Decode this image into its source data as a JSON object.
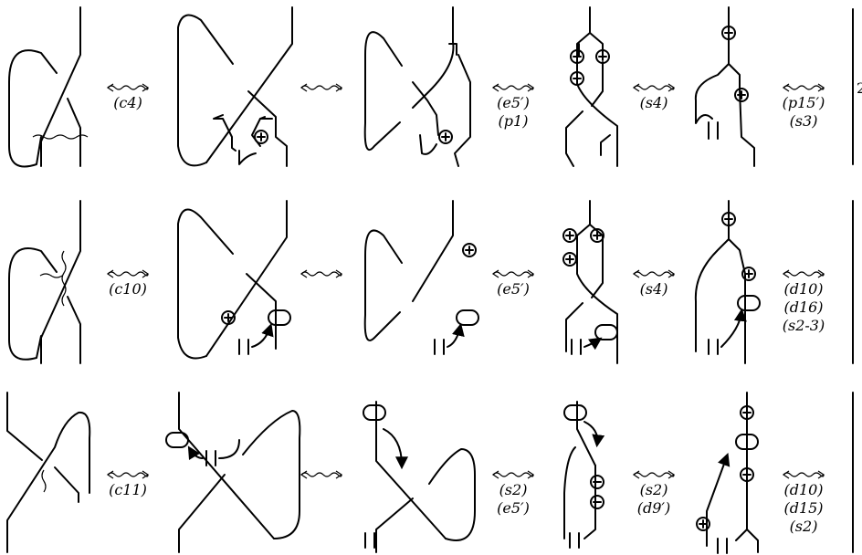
{
  "rows": [
    {
      "arrows": [
        {
          "labels": [
            "(c4)"
          ]
        },
        {
          "labels": []
        },
        {
          "labels": [
            "(e5′)",
            "(p1)"
          ]
        },
        {
          "labels": [
            "(s4)"
          ]
        },
        {
          "labels": [
            "(p15′)",
            "(s3)"
          ]
        }
      ],
      "edge_mark": "2"
    },
    {
      "arrows": [
        {
          "labels": [
            "(c10)"
          ]
        },
        {
          "labels": []
        },
        {
          "labels": [
            "(e5′)"
          ]
        },
        {
          "labels": [
            "(s4)"
          ]
        },
        {
          "labels": [
            "(d10)",
            "(d16)",
            "(s2-3)"
          ]
        }
      ],
      "edge_mark": ""
    },
    {
      "arrows": [
        {
          "labels": [
            "(c11)"
          ]
        },
        {
          "labels": []
        },
        {
          "labels": [
            "(s2)",
            "(e5′)"
          ]
        },
        {
          "labels": [
            "(s2)",
            "(d9′)"
          ]
        },
        {
          "labels": [
            "(d10)",
            "(d15)",
            "(s2)"
          ]
        }
      ],
      "edge_mark": ""
    }
  ]
}
